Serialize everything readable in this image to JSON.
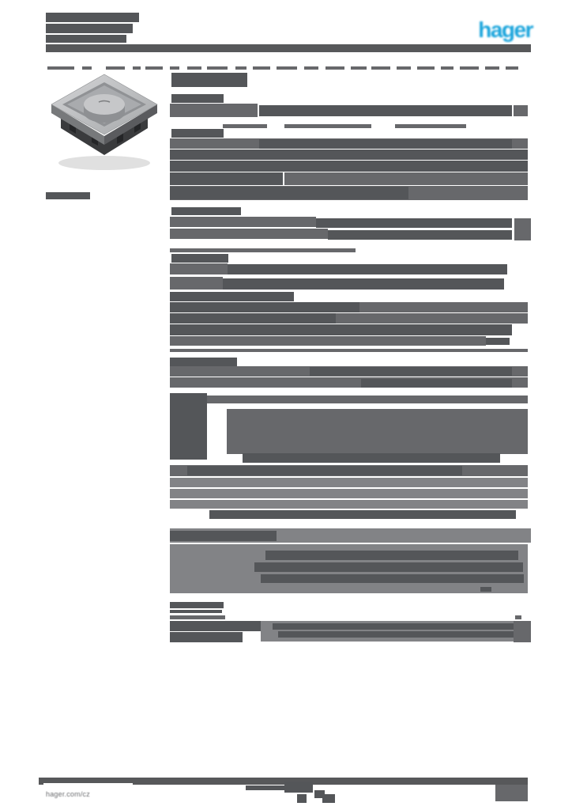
{
  "header": {
    "logo_text": "hager",
    "redacted_lines": [
      [
        58,
        16,
        118,
        12
      ],
      [
        58,
        30,
        110,
        12
      ],
      [
        58,
        44,
        102,
        10
      ]
    ],
    "rule": [
      58,
      56,
      614,
      10
    ],
    "fineprint_fragments": [
      [
        60,
        84,
        34,
        4
      ],
      [
        104,
        84,
        12,
        4
      ],
      [
        134,
        84,
        24,
        4
      ],
      [
        168,
        84,
        10,
        4
      ],
      [
        184,
        84,
        22,
        4
      ],
      [
        215,
        84,
        12,
        4
      ],
      [
        237,
        84,
        18,
        4
      ],
      [
        262,
        84,
        26,
        4
      ],
      [
        298,
        84,
        14,
        4
      ],
      [
        320,
        84,
        22,
        4
      ],
      [
        350,
        84,
        26,
        4
      ],
      [
        385,
        84,
        18,
        4
      ],
      [
        412,
        84,
        24,
        4
      ],
      [
        444,
        84,
        20,
        4
      ],
      [
        470,
        84,
        24,
        4
      ],
      [
        502,
        84,
        18,
        4
      ],
      [
        528,
        84,
        22,
        4
      ],
      [
        558,
        84,
        16,
        4
      ],
      [
        582,
        84,
        24,
        4
      ],
      [
        614,
        84,
        18,
        4
      ],
      [
        640,
        84,
        16,
        4
      ]
    ]
  },
  "product": {
    "caption_block": [
      58,
      243,
      56,
      9
    ]
  },
  "content_redactions": [
    [
      217,
      92,
      96,
      18,
      "d"
    ],
    [
      217,
      119,
      66,
      11,
      "d"
    ],
    [
      215,
      131,
      111,
      17,
      "m"
    ],
    [
      328,
      133,
      320,
      14,
      "d"
    ],
    [
      650,
      133,
      18,
      14,
      "m"
    ],
    [
      282,
      157,
      56,
      5,
      "m"
    ],
    [
      360,
      157,
      110,
      5,
      "m"
    ],
    [
      500,
      157,
      90,
      5,
      "m"
    ],
    [
      217,
      163,
      66,
      11,
      "d"
    ],
    [
      215,
      175,
      453,
      13,
      "m"
    ],
    [
      328,
      176,
      320,
      12,
      "d"
    ],
    [
      215,
      189,
      453,
      13,
      "d"
    ],
    [
      215,
      203,
      453,
      14,
      "d"
    ],
    [
      215,
      218,
      143,
      16,
      "d"
    ],
    [
      360,
      218,
      308,
      16,
      "m"
    ],
    [
      215,
      235,
      453,
      18,
      "m"
    ],
    [
      215,
      236,
      302,
      16,
      "d"
    ],
    [
      217,
      262,
      88,
      10,
      "d"
    ],
    [
      215,
      274,
      185,
      13,
      "m"
    ],
    [
      400,
      276,
      248,
      12,
      "d"
    ],
    [
      215,
      289,
      200,
      13,
      "m"
    ],
    [
      415,
      291,
      233,
      12,
      "d"
    ],
    [
      651,
      276,
      21,
      28,
      "m"
    ],
    [
      215,
      314,
      235,
      5,
      "m"
    ],
    [
      217,
      321,
      72,
      11,
      "d"
    ],
    [
      215,
      333,
      73,
      14,
      "m"
    ],
    [
      288,
      334,
      354,
      13,
      "d"
    ],
    [
      215,
      350,
      67,
      16,
      "m"
    ],
    [
      282,
      352,
      356,
      14,
      "d"
    ],
    [
      215,
      369,
      157,
      12,
      "d"
    ],
    [
      215,
      382,
      453,
      13,
      "m"
    ],
    [
      215,
      382,
      240,
      13,
      "d"
    ],
    [
      425,
      396,
      243,
      13,
      "m"
    ],
    [
      215,
      396,
      210,
      13,
      "d"
    ],
    [
      215,
      410,
      433,
      14,
      "d"
    ],
    [
      215,
      425,
      400,
      12,
      "m"
    ],
    [
      615,
      427,
      30,
      9,
      "d"
    ],
    [
      215,
      441,
      453,
      4,
      "m"
    ],
    [
      215,
      452,
      85,
      12,
      "d"
    ],
    [
      215,
      463,
      453,
      13,
      "m"
    ],
    [
      392,
      464,
      256,
      11,
      "d"
    ],
    [
      215,
      477,
      453,
      13,
      "m"
    ],
    [
      457,
      479,
      191,
      11,
      "d"
    ],
    [
      215,
      497,
      47,
      84,
      "d"
    ],
    [
      262,
      500,
      406,
      10,
      "m"
    ],
    [
      287,
      517,
      381,
      57,
      "m"
    ],
    [
      307,
      573,
      326,
      12,
      "d"
    ],
    [
      215,
      588,
      453,
      14,
      "m"
    ],
    [
      237,
      589,
      348,
      12,
      "d"
    ],
    [
      215,
      604,
      453,
      12,
      "l"
    ],
    [
      215,
      618,
      453,
      12,
      "l"
    ],
    [
      215,
      632,
      453,
      11,
      "l"
    ],
    [
      265,
      645,
      388,
      11,
      "d"
    ],
    [
      215,
      668,
      457,
      18,
      "l"
    ],
    [
      215,
      671,
      135,
      13,
      "d"
    ],
    [
      215,
      688,
      453,
      62,
      "l"
    ],
    [
      336,
      696,
      320,
      12,
      "d"
    ],
    [
      322,
      711,
      340,
      12,
      "d"
    ],
    [
      330,
      726,
      333,
      11,
      "d"
    ],
    [
      608,
      742,
      14,
      6,
      "d"
    ],
    [
      215,
      761,
      68,
      8,
      "d"
    ],
    [
      215,
      771,
      66,
      4,
      "d"
    ],
    [
      215,
      778,
      70,
      5,
      "m"
    ],
    [
      652,
      778,
      8,
      5,
      "m"
    ],
    [
      330,
      785,
      320,
      26,
      "l"
    ],
    [
      215,
      785,
      115,
      13,
      "d"
    ],
    [
      215,
      799,
      92,
      13,
      "d"
    ],
    [
      345,
      788,
      305,
      8,
      "d"
    ],
    [
      352,
      798,
      310,
      8,
      "d"
    ],
    [
      650,
      785,
      22,
      27,
      "m"
    ]
  ],
  "footer": {
    "site_text": "hager.com/cz",
    "band": [
      49,
      983,
      619,
      9
    ],
    "fragments": [
      [
        311,
        993,
        58,
        6
      ],
      [
        360,
        988,
        36,
        14
      ],
      [
        376,
        1004,
        12,
        11
      ],
      [
        398,
        999,
        13,
        10
      ],
      [
        408,
        1004,
        16,
        11
      ]
    ],
    "page_number_block": [
      627,
      992,
      41,
      21
    ]
  },
  "colors": {
    "dark": "#545659",
    "mid": "#67686b",
    "light": "#828386",
    "rule": "#57585a",
    "logo_blue": "#1ba5dc",
    "footer_text": "#6d6e71"
  }
}
